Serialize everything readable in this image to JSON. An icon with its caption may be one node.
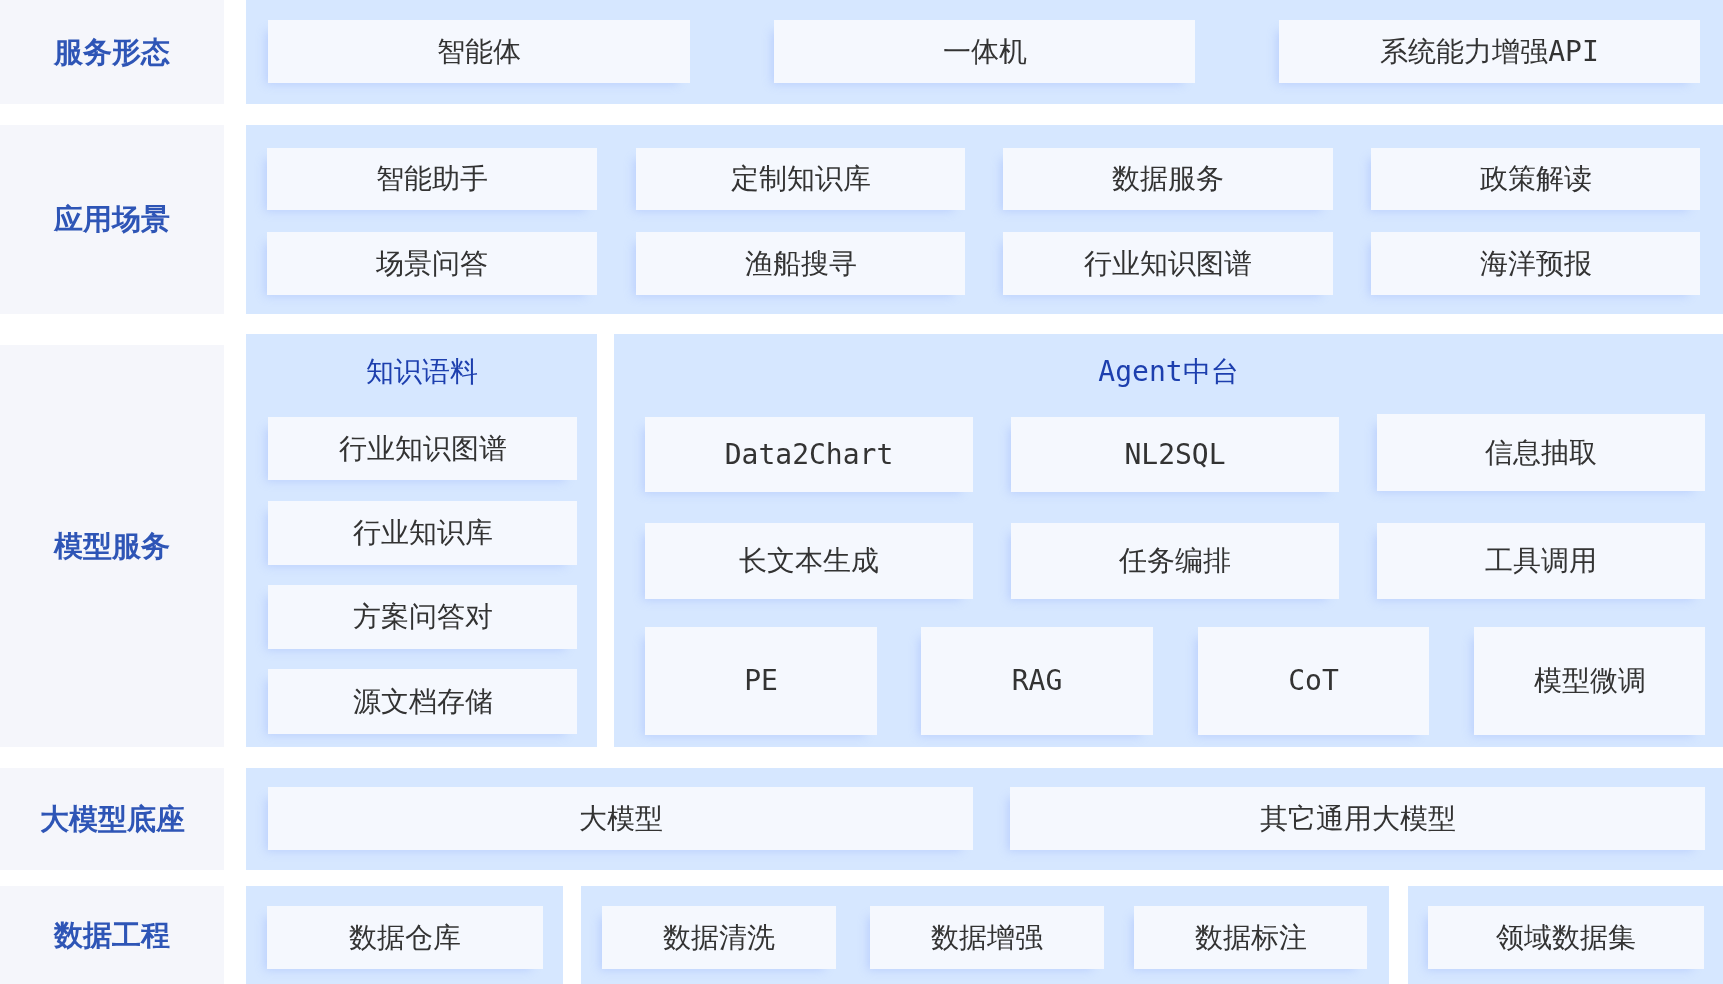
{
  "diagram": {
    "nodes": [
      {
        "text": [
          "服务形态"
        ]
      },
      {
        "text": [],
        "shape": "box"
      },
      {
        "text": [
          "智能体"
        ],
        "in": 1
      },
      {
        "text": [
          "一体机"
        ],
        "in": 1
      },
      {
        "text": [
          "系统能力增强API"
        ],
        "in": 1
      },
      {
        "text": [
          "应用场景"
        ]
      },
      {
        "text": [],
        "shape": "box"
      },
      {
        "text": [
          "智能助手"
        ],
        "in": 6
      },
      {
        "text": [
          "定制知识库"
        ],
        "in": 6
      },
      {
        "text": [
          "数据服务"
        ],
        "in": 6
      },
      {
        "text": [
          "政策解读"
        ],
        "in": 6
      },
      {
        "text": [
          "场景问答"
        ],
        "in": 6
      },
      {
        "text": [
          "渔船搜寻"
        ],
        "in": 6
      },
      {
        "text": [
          "行业知识图谱"
        ],
        "in": 6
      },
      {
        "text": [
          "海洋预报"
        ],
        "in": 6
      },
      {
        "text": [
          "模型服务"
        ]
      },
      {
        "text": [
          "知识语料"
        ]
      },
      {
        "text": [
          "行业知识图谱"
        ],
        "in": 16
      },
      {
        "text": [
          "行业知识库"
        ],
        "in": 16
      },
      {
        "text": [
          "方案问答对"
        ],
        "in": 16
      },
      {
        "text": [
          "源文档存储"
        ],
        "in": 16
      },
      {
        "text": [
          "Agent中台"
        ]
      },
      {
        "text": [
          "Data2Chart"
        ],
        "in": 21
      },
      {
        "text": [
          "NL2SQL"
        ],
        "in": 21
      },
      {
        "text": [
          "信息抽取"
        ],
        "in": 21
      },
      {
        "text": [
          "长文本生成"
        ],
        "in": 21
      },
      {
        "text": [
          "任务编排"
        ],
        "in": 21
      },
      {
        "text": [
          "工具调用"
        ],
        "in": 21
      },
      {
        "text": [
          "PE"
        ],
        "in": 21
      },
      {
        "text": [
          "RAG"
        ],
        "in": 21
      },
      {
        "text": [
          "CoT"
        ],
        "in": 21
      },
      {
        "text": [
          "模型微调"
        ],
        "in": 21
      },
      {
        "text": [
          "大模型底座"
        ]
      },
      {
        "text": [],
        "shape": "box"
      },
      {
        "text": [
          "大模型"
        ],
        "in": 33
      },
      {
        "text": [
          "其它通用大模型"
        ],
        "in": 33
      },
      {
        "text": [
          "数据工程"
        ]
      },
      {
        "text": [],
        "shape": "box"
      },
      {
        "text": [
          "数据仓库"
        ],
        "in": 37
      },
      {
        "text": [],
        "shape": "box"
      },
      {
        "text": [
          "数据清洗"
        ],
        "in": 39
      },
      {
        "text": [
          "数据增强"
        ],
        "in": 39
      },
      {
        "text": [
          "数据标注"
        ],
        "in": 39
      },
      {
        "text": [],
        "shape": "box"
      },
      {
        "text": [
          "领域数据集"
        ],
        "in": 43
      }
    ]
  }
}
